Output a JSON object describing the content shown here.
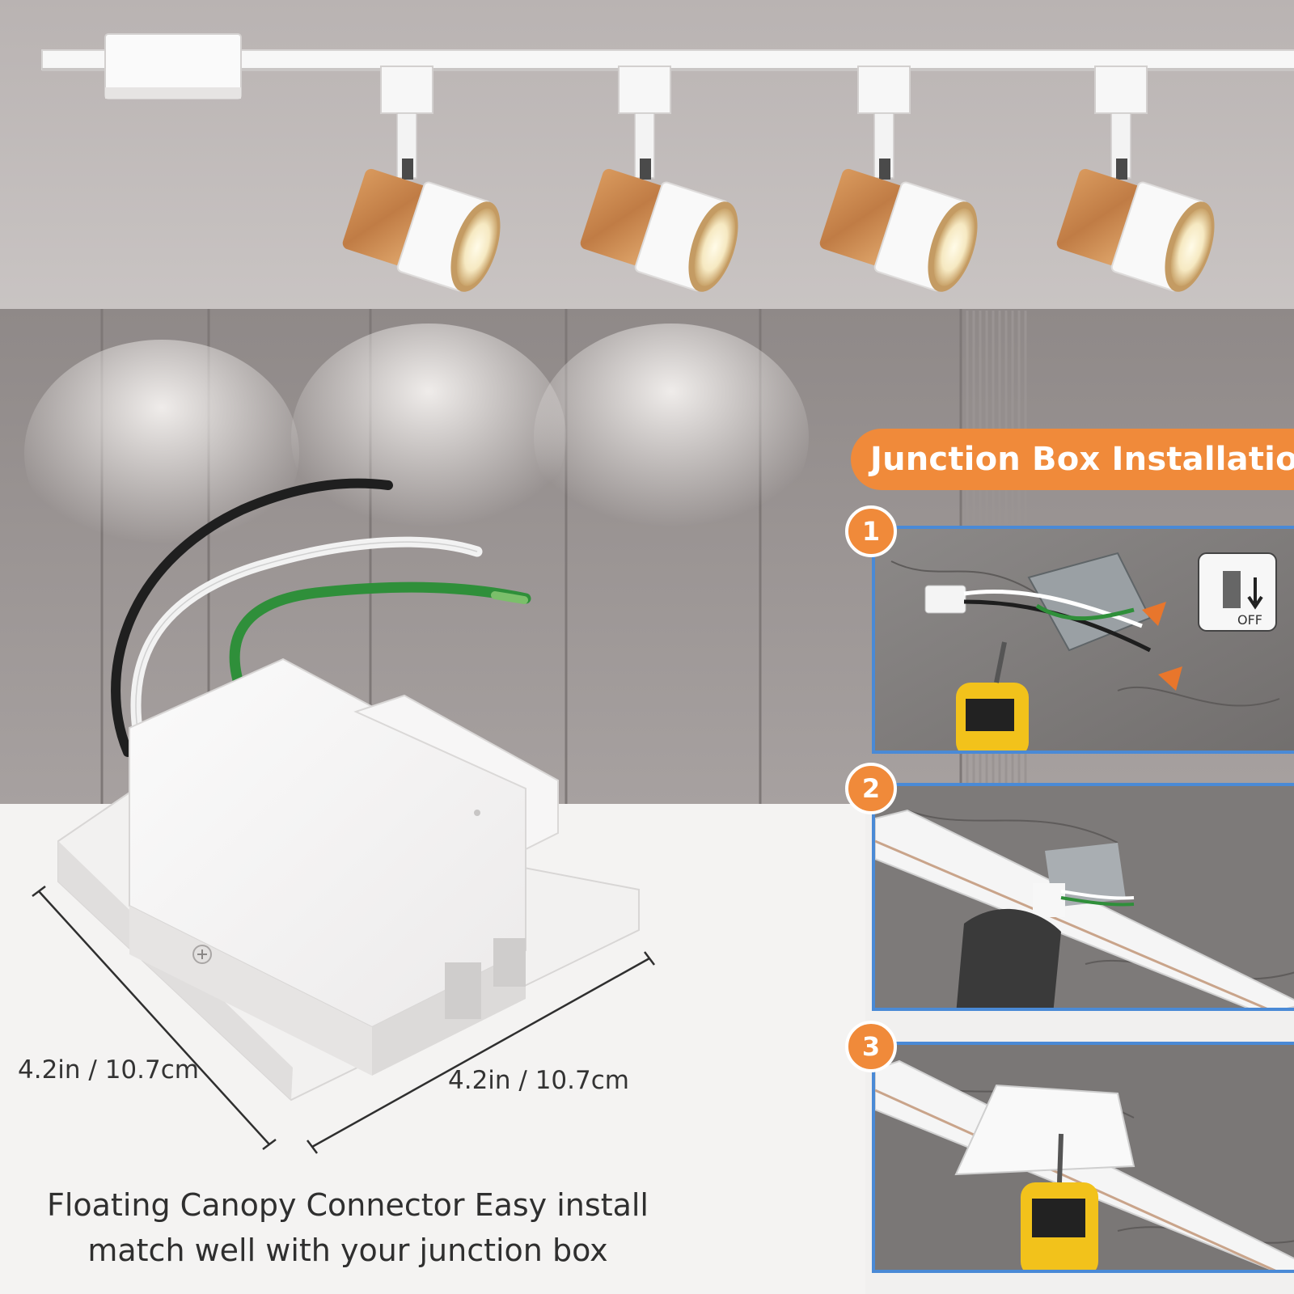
{
  "colors": {
    "accent": "#f08a3a",
    "panel_border": "#4a8ad6",
    "wire_black": "#1f1f1f",
    "wire_white": "#f2f2f2",
    "wire_green": "#2f8f3a",
    "wood": "#c9874e"
  },
  "header": {
    "title": "Junction Box Installation"
  },
  "steps": [
    {
      "number": "1",
      "switch_label": "OFF"
    },
    {
      "number": "2"
    },
    {
      "number": "3"
    }
  ],
  "dimensions": {
    "side_a": "4.2in / 10.7cm",
    "side_b": "4.2in / 10.7cm"
  },
  "caption": {
    "line1": "Floating Canopy Connector Easy install",
    "line2": "match well with your junction box"
  },
  "icons": [
    "lightbulb-icon",
    "power-switch-icon",
    "drill-icon"
  ]
}
